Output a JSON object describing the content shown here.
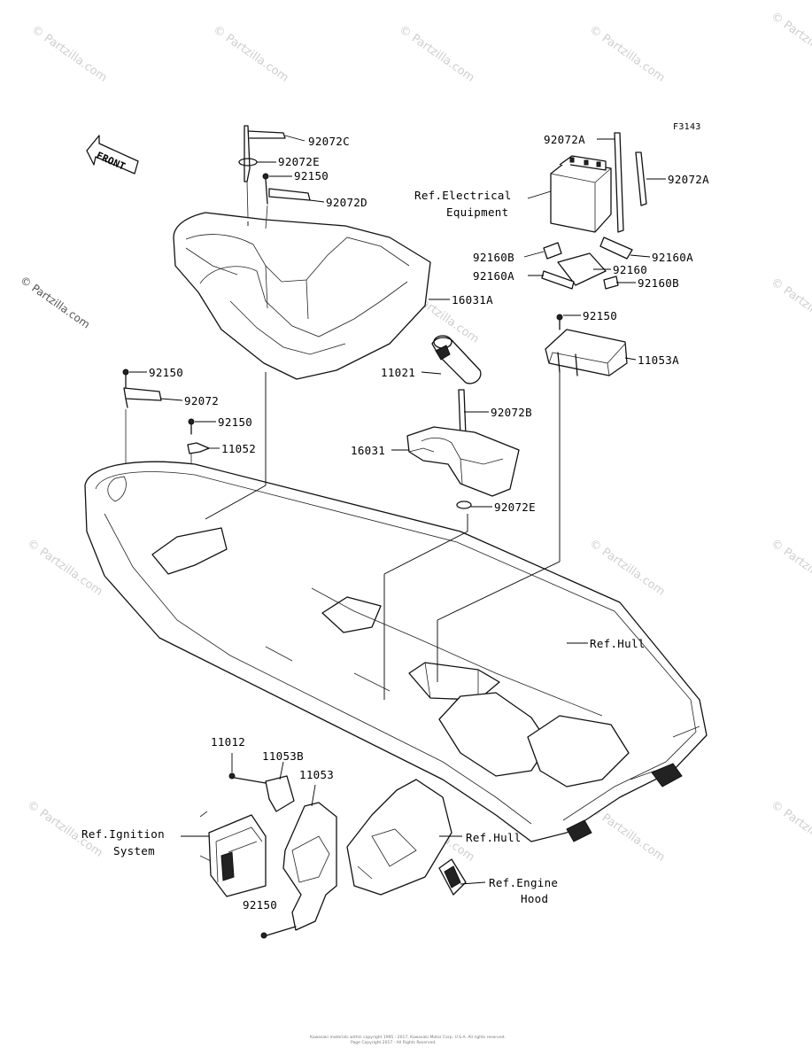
{
  "figure_code": "F3143",
  "front_indicator": "FRONT",
  "callouts": [
    {
      "id": "c1",
      "lines": [
        "92072C"
      ]
    },
    {
      "id": "c2",
      "lines": [
        "92072E"
      ]
    },
    {
      "id": "c3",
      "lines": [
        "92150"
      ]
    },
    {
      "id": "c4",
      "lines": [
        "92072D"
      ]
    },
    {
      "id": "c5",
      "lines": [
        "16031A"
      ]
    },
    {
      "id": "c6",
      "lines": [
        "92072A"
      ]
    },
    {
      "id": "c7",
      "lines": [
        "92072A"
      ]
    },
    {
      "id": "c8",
      "lines": [
        "Ref.Electrical",
        "Equipment"
      ]
    },
    {
      "id": "c9",
      "lines": [
        "92160B"
      ]
    },
    {
      "id": "c10",
      "lines": [
        "92160A"
      ]
    },
    {
      "id": "c11",
      "lines": [
        "92160"
      ]
    },
    {
      "id": "c12",
      "lines": [
        "92160A"
      ]
    },
    {
      "id": "c13",
      "lines": [
        "92160B"
      ]
    },
    {
      "id": "c14",
      "lines": [
        "92150"
      ]
    },
    {
      "id": "c15",
      "lines": [
        "11053A"
      ]
    },
    {
      "id": "c16",
      "lines": [
        "11021"
      ]
    },
    {
      "id": "c17",
      "lines": [
        "92072B"
      ]
    },
    {
      "id": "c18",
      "lines": [
        "16031"
      ]
    },
    {
      "id": "c19",
      "lines": [
        "92072E"
      ]
    },
    {
      "id": "c20",
      "lines": [
        "92150"
      ]
    },
    {
      "id": "c21",
      "lines": [
        "92072"
      ]
    },
    {
      "id": "c22",
      "lines": [
        "92150"
      ]
    },
    {
      "id": "c23",
      "lines": [
        "11052"
      ]
    },
    {
      "id": "c24",
      "lines": [
        "Ref.Hull"
      ]
    },
    {
      "id": "c25",
      "lines": [
        "11012"
      ]
    },
    {
      "id": "c26",
      "lines": [
        "11053B"
      ]
    },
    {
      "id": "c27",
      "lines": [
        "11053"
      ]
    },
    {
      "id": "c28",
      "lines": [
        "Ref.Ignition",
        "System"
      ]
    },
    {
      "id": "c29",
      "lines": [
        "Ref.Hull"
      ]
    },
    {
      "id": "c30",
      "lines": [
        "Ref.Engine",
        "Hood"
      ]
    },
    {
      "id": "c31",
      "lines": [
        "92150"
      ]
    }
  ],
  "watermark": "© Partzilla.com",
  "footer_lines": [
    "Kawasaki materials within copyright 1995 - 2017, Kawasaki Motor Corp. U.S.A. All rights reserved.",
    "Page Copyright 2017 - All Rights Reserved."
  ]
}
